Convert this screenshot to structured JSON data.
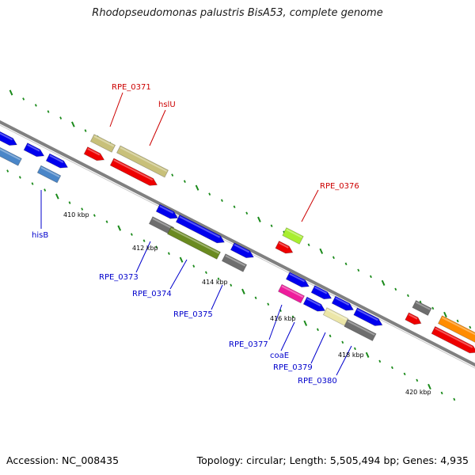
{
  "title": "Rhodopseudomonas palustris BisA53, complete genome",
  "footer": {
    "accession": "Accession: NC_008435",
    "summary": "Topology: circular; Length: 5,505,494 bp; Genes: 4,935"
  },
  "colors": {
    "backbone": "#808080",
    "tick": "#1a8a1a",
    "label_red": "#cc0000",
    "label_blue": "#0000cc"
  },
  "scale_labels": [
    {
      "id": "kbp-410",
      "text": "410 kbp"
    },
    {
      "id": "kbp-412",
      "text": "412 kbp"
    },
    {
      "id": "kbp-414",
      "text": "414 kbp"
    },
    {
      "id": "kbp-416",
      "text": "416 kbp"
    },
    {
      "id": "kbp-418",
      "text": "418 kbp"
    },
    {
      "id": "kbp-420",
      "text": "420 kbp"
    }
  ],
  "gene_labels": [
    {
      "id": "RPE_0371",
      "text": "RPE_0371",
      "color": "red"
    },
    {
      "id": "hslU",
      "text": "hslU",
      "color": "red"
    },
    {
      "id": "RPE_0376",
      "text": "RPE_0376",
      "color": "red"
    },
    {
      "id": "hisB",
      "text": "hisB",
      "color": "blue"
    },
    {
      "id": "RPE_0373",
      "text": "RPE_0373",
      "color": "blue"
    },
    {
      "id": "RPE_0374",
      "text": "RPE_0374",
      "color": "blue"
    },
    {
      "id": "RPE_0375",
      "text": "RPE_0375",
      "color": "blue"
    },
    {
      "id": "RPE_0377",
      "text": "RPE_0377",
      "color": "blue"
    },
    {
      "id": "coaE",
      "text": "coaE",
      "color": "blue"
    },
    {
      "id": "RPE_0379",
      "text": "RPE_0379",
      "color": "blue"
    },
    {
      "id": "RPE_0380",
      "text": "RPE_0380",
      "color": "blue"
    }
  ]
}
